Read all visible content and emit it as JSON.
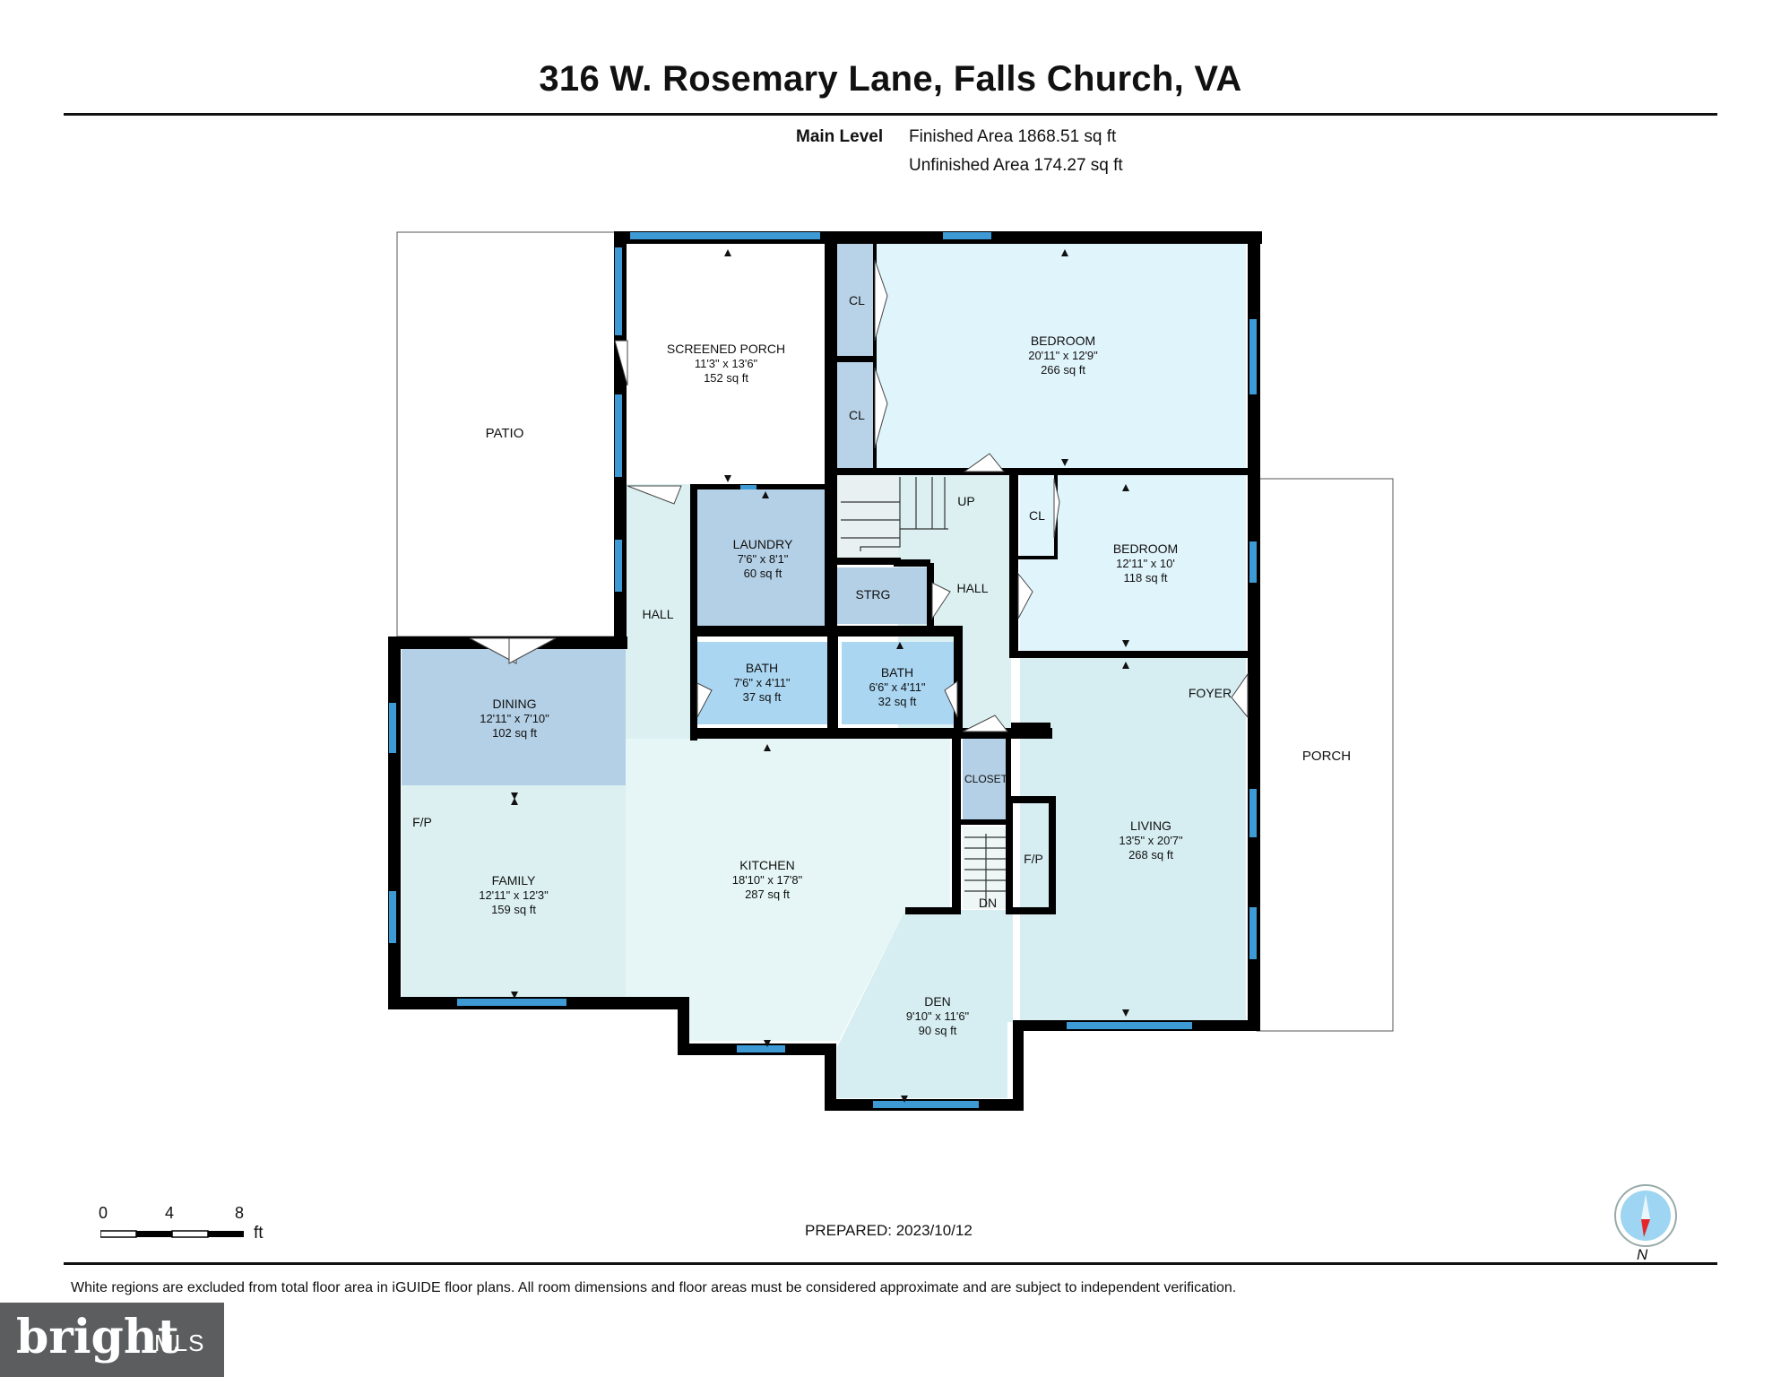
{
  "header": {
    "title": "316 W. Rosemary Lane, Falls Church, VA",
    "level_label": "Main Level",
    "finished_area": "Finished Area 1868.51 sq ft",
    "unfinished_area": "Unfinished Area 174.27 sq ft"
  },
  "colors": {
    "wall": "#000000",
    "window": "#3d9ad4",
    "bedroom_fill": "#e0f4fb",
    "wet_room_fill": "#aad6f2",
    "closet_fill": "#b8d3e8",
    "dining_fill": "#b4d0e6",
    "living_fill": "#d6eef2",
    "kitchen_fill": "#e6f6f6",
    "hall_fill": "#dcf0f2"
  },
  "rooms": {
    "patio": {
      "name": "PATIO"
    },
    "screened_porch": {
      "name": "SCREENED PORCH",
      "dims": "11'3\" x 13'6\"",
      "area": "152 sq ft"
    },
    "bedroom1": {
      "name": "BEDROOM",
      "dims": "20'11\" x 12'9\"",
      "area": "266 sq ft"
    },
    "closet1": {
      "name": "CL"
    },
    "closet2": {
      "name": "CL"
    },
    "closet3": {
      "name": "CL"
    },
    "up": {
      "name": "UP"
    },
    "laundry": {
      "name": "LAUNDRY",
      "dims": "7'6\" x 8'1\"",
      "area": "60 sq ft"
    },
    "hall_west": {
      "name": "HALL"
    },
    "strg": {
      "name": "STRG"
    },
    "hall_center": {
      "name": "HALL"
    },
    "bedroom2": {
      "name": "BEDROOM",
      "dims": "12'11\" x 10'",
      "area": "118 sq ft"
    },
    "bath1": {
      "name": "BATH",
      "dims": "7'6\" x 4'11\"",
      "area": "37 sq ft"
    },
    "bath2": {
      "name": "BATH",
      "dims": "6'6\" x 4'11\"",
      "area": "32 sq ft"
    },
    "foyer": {
      "name": "FOYER"
    },
    "porch": {
      "name": "PORCH"
    },
    "dining": {
      "name": "DINING",
      "dims": "12'11\" x 7'10\"",
      "area": "102 sq ft"
    },
    "closet_hall": {
      "name": "CLOSET"
    },
    "fp_family": {
      "name": "F/P"
    },
    "fp_living": {
      "name": "F/P"
    },
    "family": {
      "name": "FAMILY",
      "dims": "12'11\" x 12'3\"",
      "area": "159 sq ft"
    },
    "kitchen": {
      "name": "KITCHEN",
      "dims": "18'10\" x 17'8\"",
      "area": "287 sq ft"
    },
    "living": {
      "name": "LIVING",
      "dims": "13'5\" x 20'7\"",
      "area": "268 sq ft"
    },
    "dn": {
      "name": "DN"
    },
    "den": {
      "name": "DEN",
      "dims": "9'10\" x 11'6\"",
      "area": "90 sq ft"
    }
  },
  "scale": {
    "ticks": [
      "0",
      "4",
      "8"
    ],
    "unit": "ft"
  },
  "prepared": "PREPARED: 2023/10/12",
  "compass_label": "N",
  "footer_note": "White regions are excluded from total floor area in iGUIDE floor plans. All room dimensions and floor areas must be considered approximate and are subject to independent verification.",
  "watermark": {
    "brand": "bright",
    "suffix": "MLS"
  }
}
